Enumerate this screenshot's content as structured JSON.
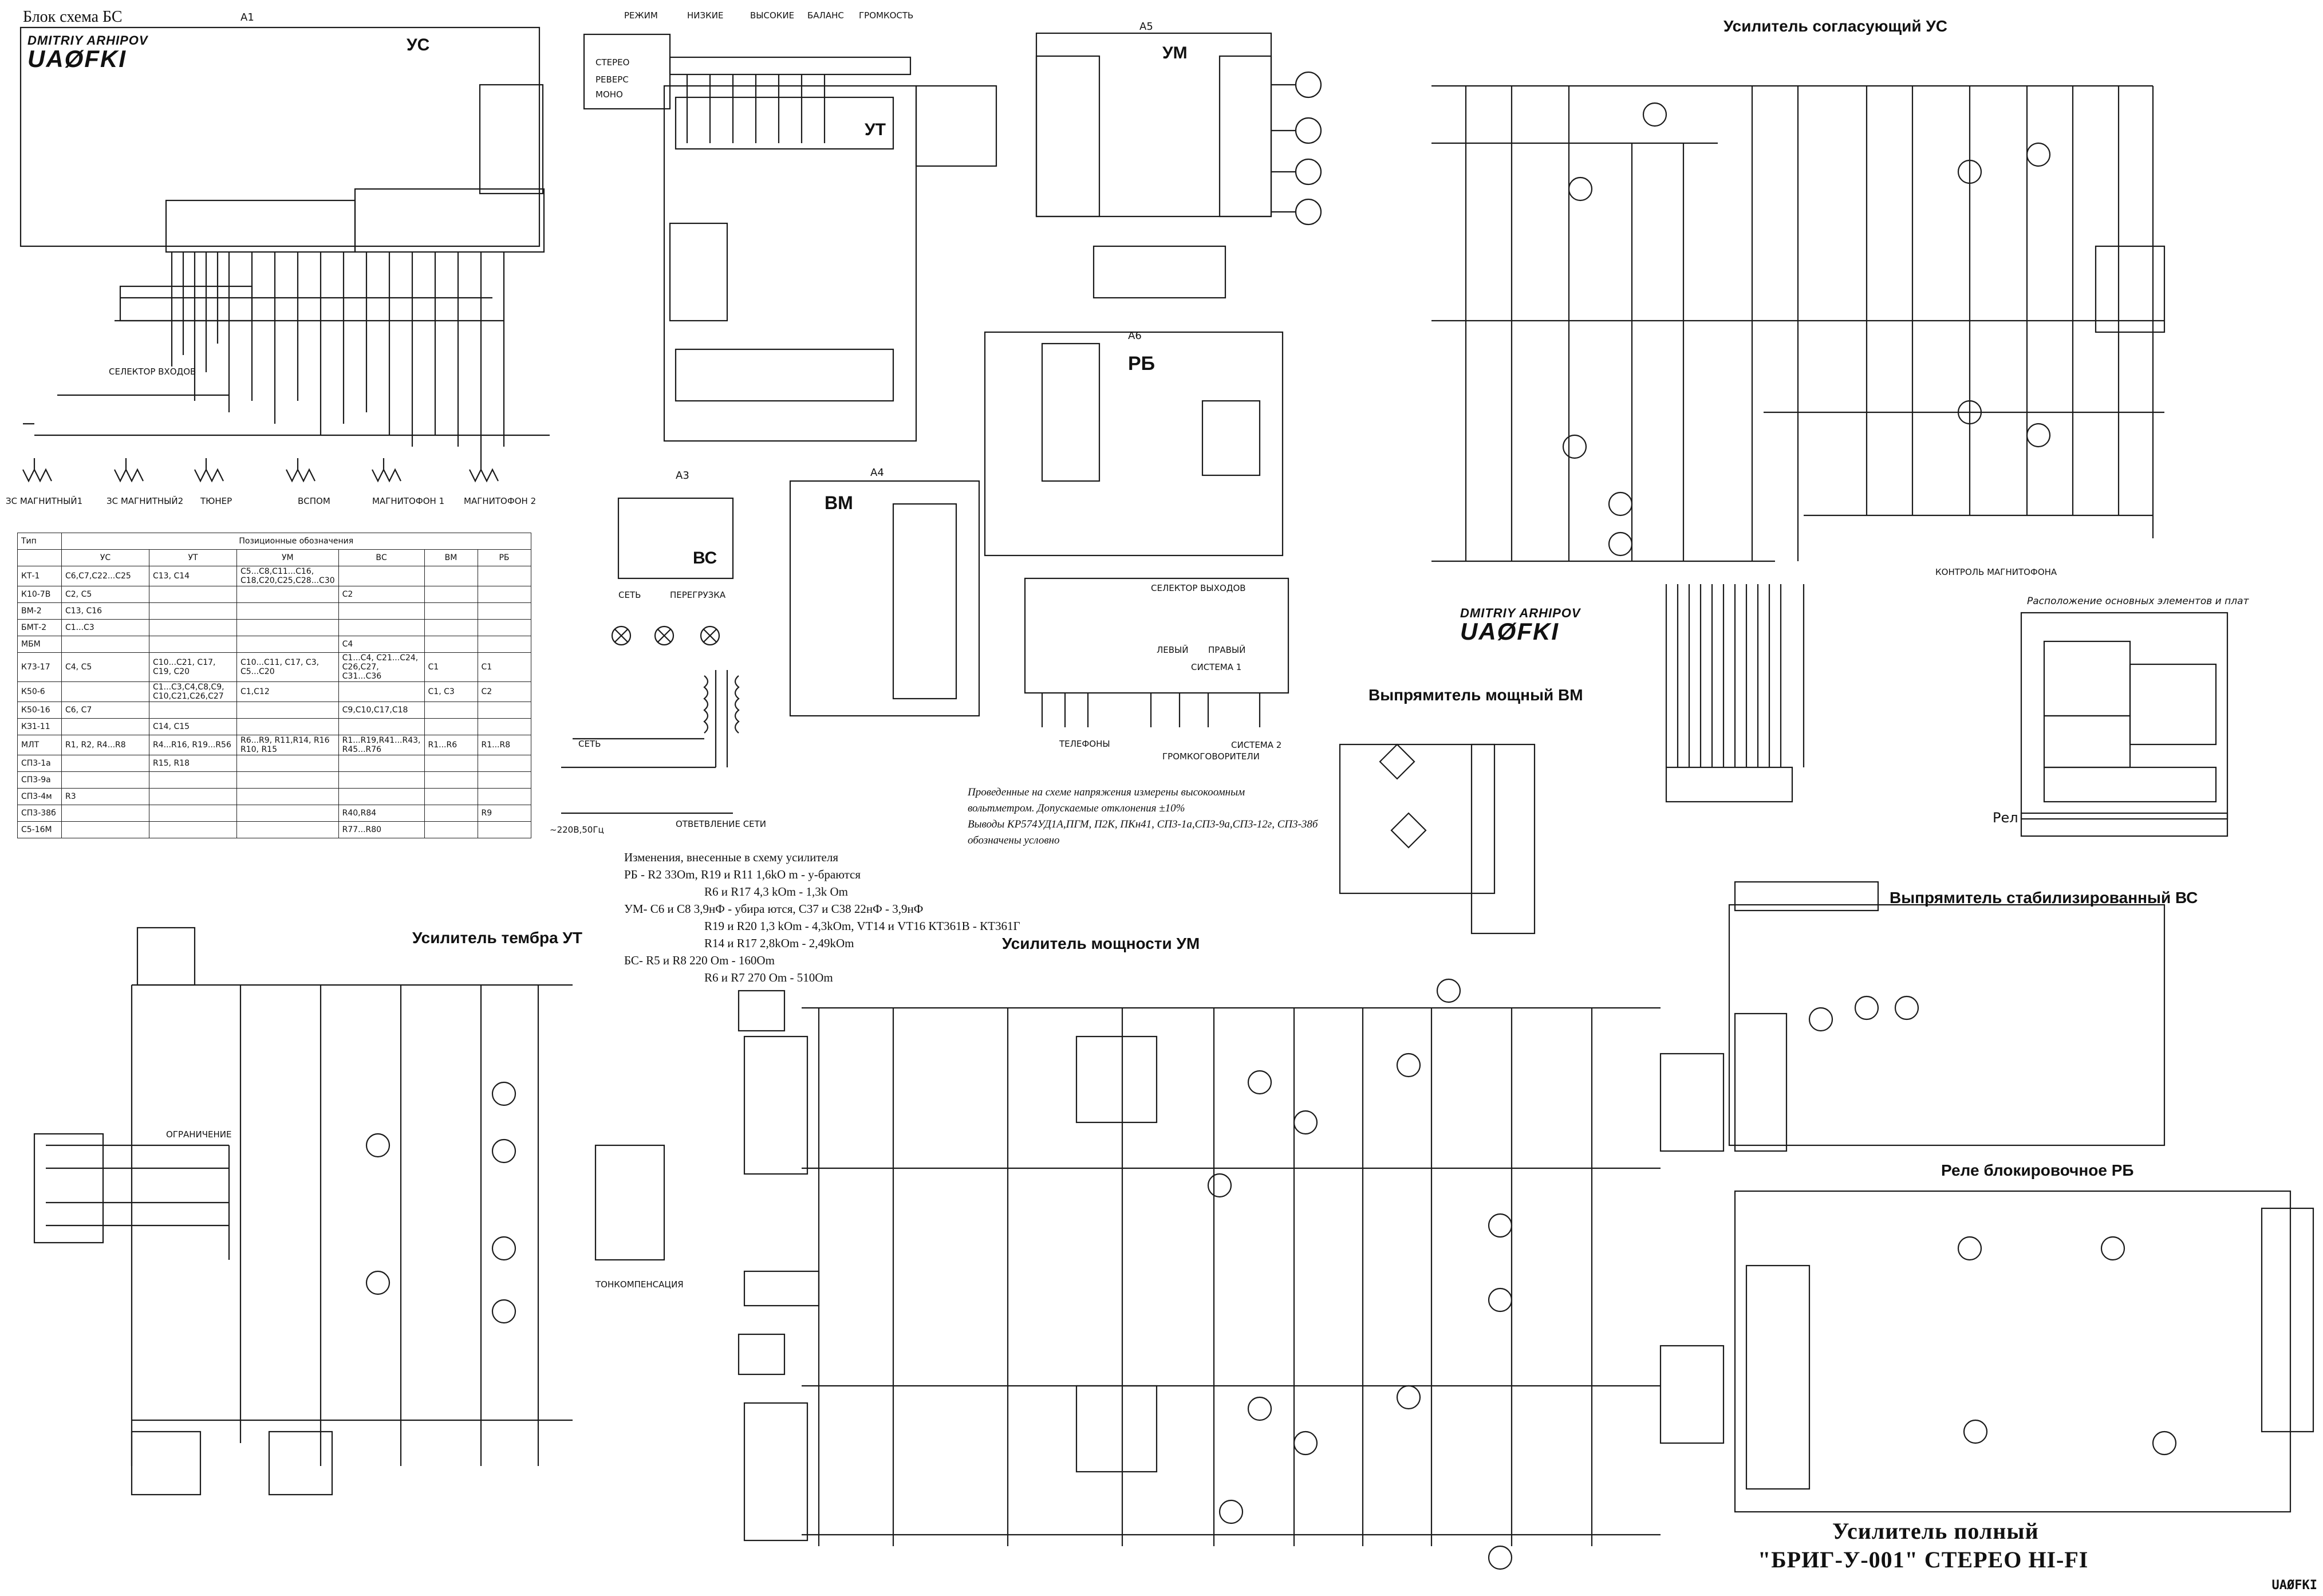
{
  "header": {
    "block_scheme": "Блок схема БС",
    "block_a1": "A1",
    "block_a5": "A5",
    "block_a6": "A6",
    "block_a4": "A4",
    "block_a3": "A3"
  },
  "stamp": {
    "name": "DMITRIY ARHIPOV",
    "call": "UAØFKI"
  },
  "blocks": {
    "us": "УС",
    "ut": "УТ",
    "um": "УМ",
    "rb": "РБ",
    "vm": "ВМ",
    "vs": "ВС"
  },
  "inputs": [
    "ЗС МАГНИТНЫЙ1",
    "ЗС МАГНИТНЫЙ2",
    "ТЮНЕР",
    "ВСПОМ",
    "МАГНИТОФОН 1",
    "МАГНИТОФОН 2"
  ],
  "modes": [
    "РЕЖИМ",
    "НИЗКИЕ",
    "ВЫСОКИЕ",
    "БАЛАНС",
    "ГРОМКОСТЬ"
  ],
  "sections": {
    "us_title": "Усилитель согласующий УС",
    "ut_title": "Усилитель тембра УТ",
    "um_title": "Усилитель мощности УМ",
    "vm_title": "Выпрямитель мощный ВМ",
    "vs_title": "Выпрямитель стабилизированный ВС",
    "rb_title": "Реле блокировочное РБ",
    "layout_title": "Расположение основных элементов и плат",
    "layout_rel": "Рел"
  },
  "title_block": {
    "line1": "Усилитель полный",
    "line2": "\"БРИГ-У-001\" СТЕРЕО HI-FI"
  },
  "note": {
    "line1": "Проведенные на схеме напряжения измерены высокоомным",
    "line2": "вольтметром. Допускаемые отклонения ±10%",
    "line3": "Выводы КР574УД1А,ПГМ, П2К, ПКн41, СП3-1а,СП3-9а,СП3-12г, СП3-38б",
    "line4": "обозначены условно"
  },
  "changes": {
    "title": "Изменения, внесенные в схему усилителя",
    "l1": "РБ - R2 33Om, R19 и R11 1,6kO m - у-браются",
    "l2": "R6 и R17 4,3 kOm - 1,3k Om",
    "l3": "УМ- С6 и С8 3,9нФ - убира ются, С37 и С38 22нФ - 3,9нФ",
    "l4": "R19 и R20 1,3 kOm - 4,3kOm, VT14 и VT16 КТ361В - КТ361Г",
    "l5": "R14 и R17 2,8kOm - 2,49kOm",
    "l6": "БС- R5 и R8 220 Om - 160Om",
    "l7": "R6 и R7 270 Om - 510Om"
  },
  "pos_table": {
    "headers": [
      "Тип",
      "Позиционные обозначения",
      "УС",
      "УТ",
      "УМ",
      "ВС",
      "ВМ",
      "РБ"
    ],
    "rows": [
      [
        "КТ-1",
        "C6,C7,C22...C25",
        "C13, C14",
        "C5...C8,C11...C16, C18,C20,C25,C28...C30",
        "",
        "",
        ""
      ],
      [
        "К10-7В",
        "C2, C5",
        "",
        "",
        "C2",
        "",
        ""
      ],
      [
        "ВМ-2",
        "C13, C16",
        "",
        "",
        "",
        "",
        ""
      ],
      [
        "БМТ-2",
        "C1...C3",
        "",
        "",
        "",
        "",
        ""
      ],
      [
        "МБМ",
        "",
        "",
        "",
        "C4",
        "",
        ""
      ],
      [
        "К73-17",
        "C4, C5",
        "C10...C21, C17, C19, C20",
        "C10...C11, C17, C3, C5...C20",
        "C1...C4, C21...C24, C26,C27, C31...C36",
        "C1",
        "C1"
      ],
      [
        "К50-6",
        "",
        "C1...C3,C4,C8,C9, C10,C21,C26,C27",
        "C1,C12",
        "",
        "C1, C3",
        "C2"
      ],
      [
        "К50-16",
        "C6, C7",
        "",
        "",
        "C9,C10,C17,C18",
        "",
        ""
      ],
      [
        "КЗ1-11",
        "",
        "C14, C15",
        "",
        "",
        "",
        ""
      ],
      [
        "МЛТ",
        "R1, R2, R4...R8",
        "R4...R16, R19...R56",
        "R6...R9, R11,R14, R16 R10, R15",
        "R1...R19,R41...R43, R45...R76",
        "R1...R6",
        "R1...R8"
      ],
      [
        "СП3-1а",
        "",
        "R15, R18",
        "",
        "",
        "",
        ""
      ],
      [
        "СП3-9а",
        "",
        "",
        "",
        "",
        "",
        ""
      ],
      [
        "СП3-4м",
        "R3",
        "",
        "",
        "",
        "",
        ""
      ],
      [
        "СП3-38б",
        "",
        "",
        "",
        "R40,R84",
        "",
        "R9"
      ],
      [
        "С5-16М",
        "",
        "",
        "",
        "R77...R80",
        "",
        ""
      ]
    ]
  },
  "misc_labels": {
    "selector_inputs": "СЕЛЕКТОР ВХОДОВ",
    "selector_outputs": "СЕЛЕКТОР ВЫХОДОВ",
    "phones": "ТЕЛЕФОНЫ",
    "speakers": "ГРОМКОГОВОРИТЕЛИ",
    "system1": "СИСТЕМА 1",
    "system2": "СИСТЕМА 2",
    "net": "СЕТЬ",
    "overload": "ПЕРЕГРУЗКА",
    "mains": "~220В,50Гц",
    "control_mag": "КОНТРОЛЬ МАГНИТОФОНА",
    "limiter": "ОГРАНИЧЕНИЕ",
    "tonecomp": "ТОНКОМПЕНСАЦИЯ",
    "stereo": "СТЕРЕО",
    "reverse": "РЕВЕРС",
    "mono": "МОНО",
    "lch": "ЛЕВЫЙ",
    "rch": "ПРАВЫЙ",
    "vent": "ОТВЕТВЛЕНИЕ СЕТИ"
  },
  "corner": "UAØFKI"
}
